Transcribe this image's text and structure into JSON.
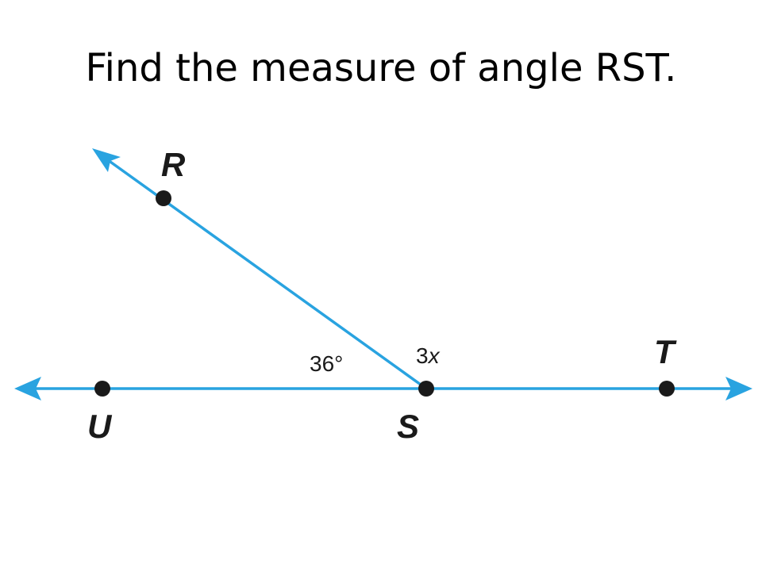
{
  "question": "Find the measure of angle RST.",
  "colors": {
    "line": "#29a3e0",
    "point": "#1a1a1a",
    "text": "#000000"
  },
  "diagram": {
    "points": {
      "R": "R",
      "U": "U",
      "S": "S",
      "T": "T"
    },
    "angles": {
      "RSU": "36°",
      "RST_num": "3",
      "RST_var": "x"
    }
  }
}
